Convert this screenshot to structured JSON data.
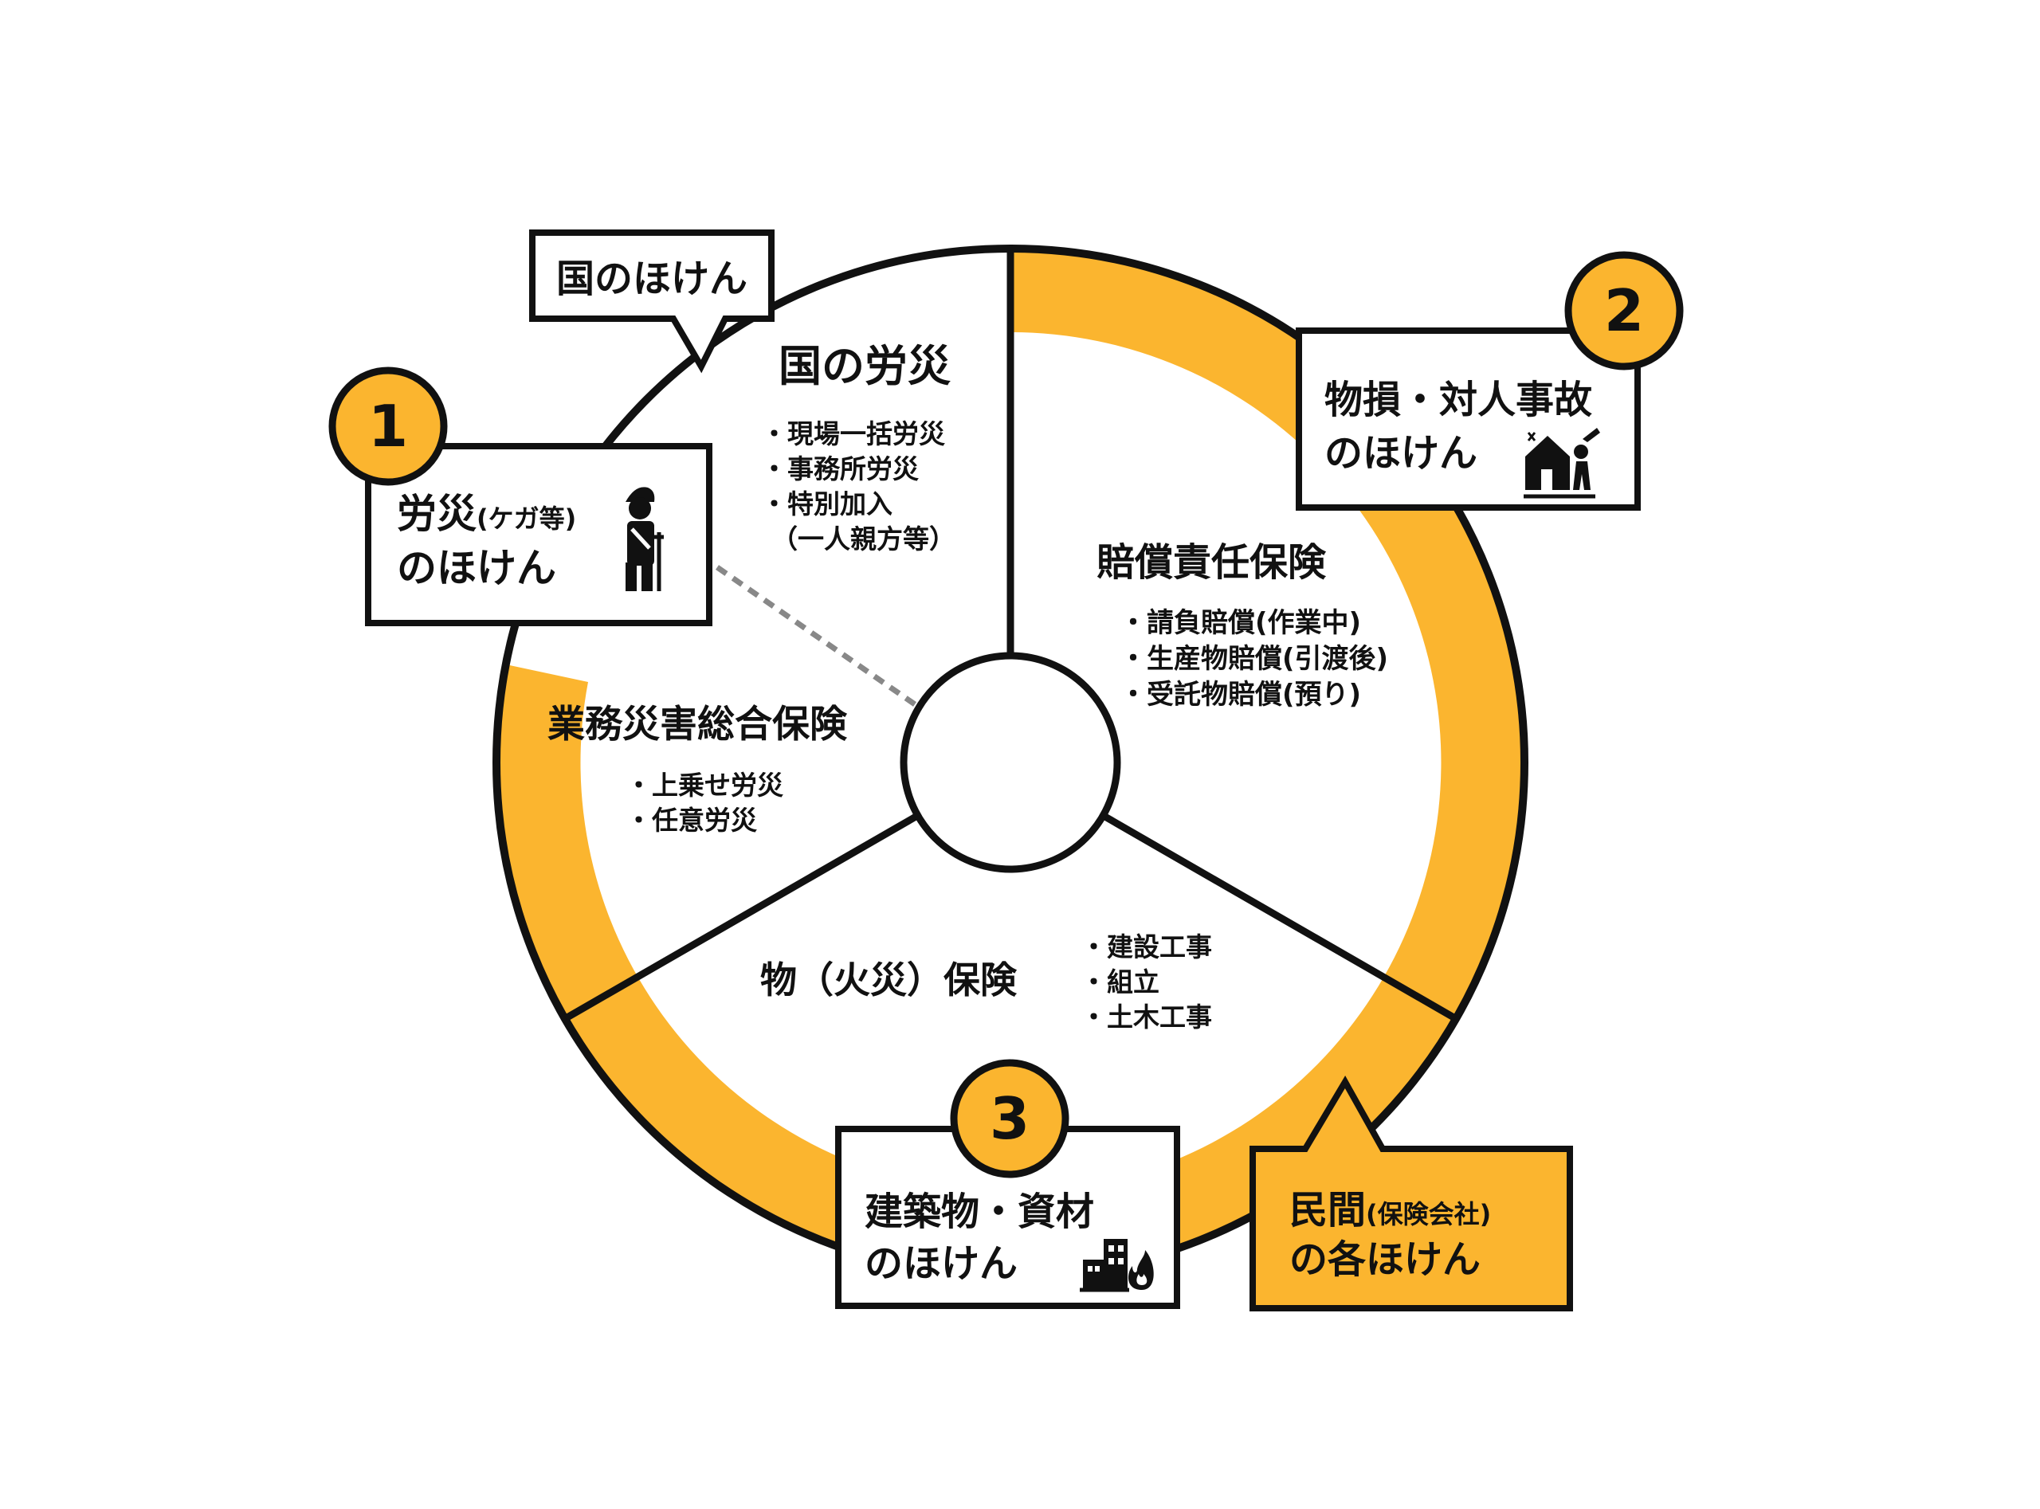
{
  "colors": {
    "accent": "#fbb52f",
    "ink": "#111111",
    "background": "#ffffff"
  },
  "segments": {
    "kuni": {
      "title": "国の労災",
      "items": [
        "・現場一括労災",
        "・事務所労災",
        "・特別加入",
        "（一人親方等）"
      ]
    },
    "baisho": {
      "title": "賠償責任保険",
      "items": [
        "・請負賠償(作業中)",
        "・生産物賠償(引渡後)",
        "・受託物賠償(預り)"
      ]
    },
    "gyomu": {
      "title": "業務災害総合保険",
      "items": [
        "・上乗せ労災",
        "・任意労災"
      ]
    },
    "mono": {
      "title": "物（火災）保険",
      "items": [
        "・建設工事",
        "・組立",
        "・土木工事"
      ]
    }
  },
  "callouts": {
    "kuni_hoken": "国のほけん",
    "minkan": {
      "line1_main": "民間",
      "line1_small": "(保険会社)",
      "line2": "の各ほけん"
    }
  },
  "categories": [
    {
      "number": "1",
      "line1_main": "労災",
      "line1_small": "(ケガ等)",
      "line2": "のほけん",
      "icon": "injured-worker-icon"
    },
    {
      "number": "2",
      "line1": "物損・対人事故",
      "line2": "のほけん",
      "icon": "property-accident-icon"
    },
    {
      "number": "3",
      "line1": "建築物・資材",
      "line2": "のほけん",
      "icon": "building-fire-icon"
    }
  ]
}
